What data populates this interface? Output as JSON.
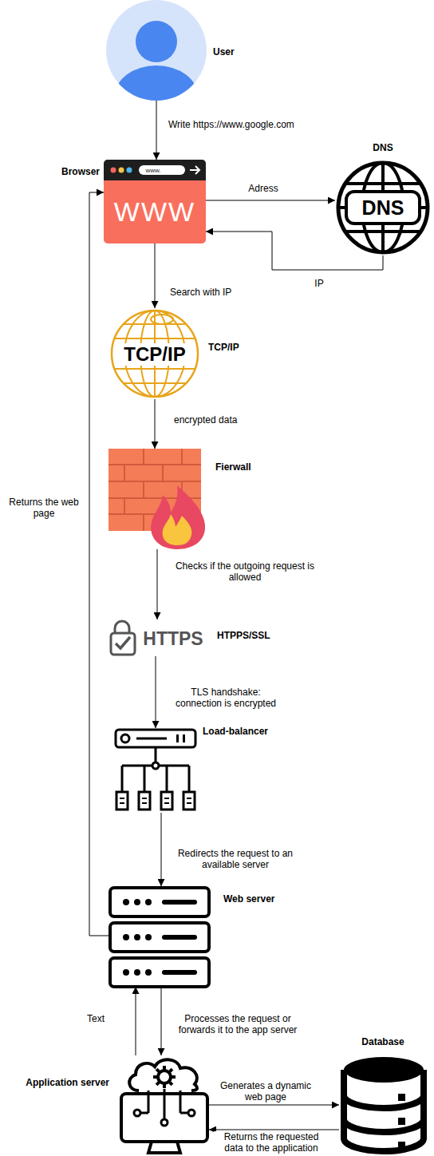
{
  "diagram": {
    "nodes": [
      {
        "text": [
          "User"
        ]
      },
      {
        "text": [
          "Browser",
          "www.",
          "WWW"
        ]
      },
      {
        "text": [
          "DNS",
          "DNS"
        ]
      },
      {
        "text": [
          "TCP/IP",
          "TCP/IP"
        ]
      },
      {
        "text": [
          "Fierwall"
        ]
      },
      {
        "text": [
          "HTPPS/SSL",
          "HTTPS"
        ]
      },
      {
        "text": [
          "Load-balancer"
        ]
      },
      {
        "text": [
          "Web server"
        ]
      },
      {
        "text": [
          "Application server"
        ]
      },
      {
        "text": [
          "Database"
        ]
      }
    ],
    "edges": [
      {
        "from": 0,
        "to": 1,
        "arrow": "to",
        "label": "Write https://www.google.com"
      },
      {
        "from": 1,
        "to": 2,
        "arrow": "to",
        "label": "Adress"
      },
      {
        "from": 2,
        "to": 1,
        "arrow": "to",
        "label": "IP"
      },
      {
        "from": 1,
        "to": 3,
        "arrow": "to",
        "label": "Search with IP"
      },
      {
        "from": 3,
        "to": 4,
        "arrow": "to",
        "label": "encrypted data"
      },
      {
        "from": 4,
        "to": 5,
        "arrow": "to",
        "label": "Checks if the outgoing request is allowed"
      },
      {
        "from": 5,
        "to": 6,
        "arrow": "to",
        "label": "TLS handshake: connection is encrypted"
      },
      {
        "from": 6,
        "to": 7,
        "arrow": "to",
        "label": "Redirects the request to an available server"
      },
      {
        "from": 7,
        "to": 1,
        "arrow": "to",
        "label": "Returns the web page"
      },
      {
        "from": 7,
        "to": 8,
        "arrow": "to",
        "label": "Processes the request or forwards it to the app server"
      },
      {
        "from": 8,
        "to": 7,
        "arrow": "to",
        "label": "Text"
      },
      {
        "from": 8,
        "to": 9,
        "arrow": "to",
        "label": "Generates a dynamic web page"
      },
      {
        "from": 9,
        "to": 8,
        "arrow": "to",
        "label": "Returns the requested data to the application"
      }
    ]
  }
}
